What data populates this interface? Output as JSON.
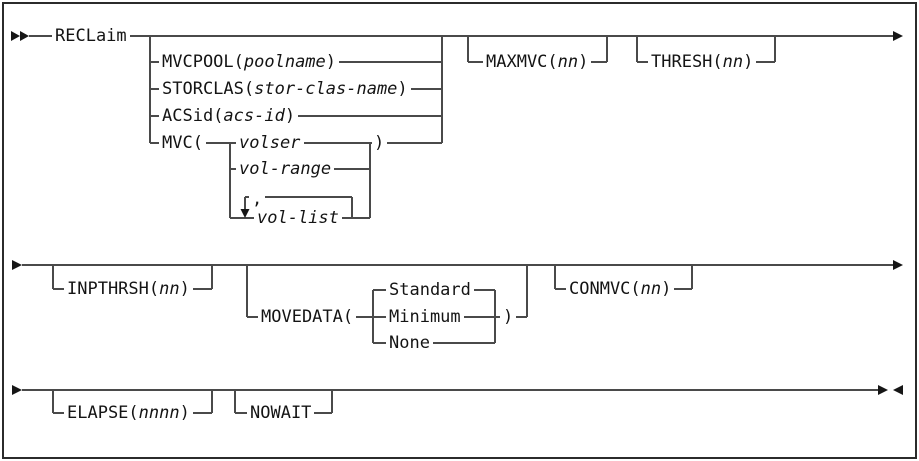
{
  "diagram": {
    "kind": "railroad-syntax-diagram",
    "command": "RECLaim",
    "punctuation": {
      "close_paren": ")",
      "repeat_separator": ","
    },
    "row1": {
      "alternatives": [
        {
          "keyword": "MVCPOOL(",
          "variable": "poolname"
        },
        {
          "keyword": "STORCLAS(",
          "variable": "stor-clas-name"
        },
        {
          "keyword": "ACSid(",
          "variable": "acs-id"
        }
      ],
      "mvc": {
        "keyword": "MVC(",
        "choices": [
          {
            "variable": "volser"
          },
          {
            "variable": "vol-range"
          },
          {
            "variable": "vol-list"
          }
        ]
      },
      "options": [
        {
          "keyword": "MAXMVC(",
          "variable": "nn"
        },
        {
          "keyword": "THRESH(",
          "variable": "nn"
        }
      ]
    },
    "row2": {
      "inpthrsh": {
        "keyword": "INPTHRSH(",
        "variable": "nn"
      },
      "movedata": {
        "keyword": "MOVEDATA(",
        "choices": [
          "Standard",
          "Minimum",
          "None"
        ]
      },
      "conmvc": {
        "keyword": "CONMVC(",
        "variable": "nn"
      }
    },
    "row3": {
      "elapse": {
        "keyword": "ELAPSE(",
        "variable": "nnnn"
      },
      "nowait": "NOWAIT"
    }
  }
}
